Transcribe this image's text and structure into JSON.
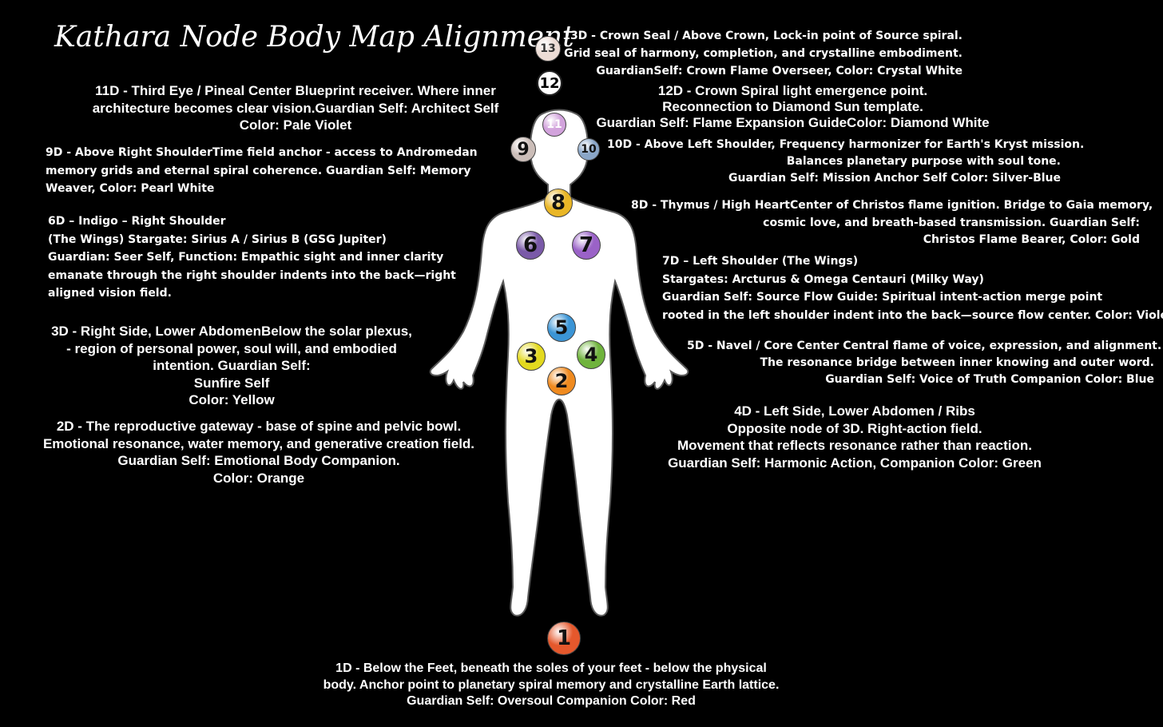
{
  "title": "Kathara Node Body Map Alignment",
  "colors": {
    "background": "#000000",
    "body": "#ffffff",
    "text": "#ffffff"
  },
  "nodes": [
    {
      "number": "1",
      "color": "#e5582c"
    },
    {
      "number": "2",
      "color": "#ef8a1f"
    },
    {
      "number": "3",
      "color": "#e3d91f"
    },
    {
      "number": "4",
      "color": "#6fb33c"
    },
    {
      "number": "5",
      "color": "#3b95d6"
    },
    {
      "number": "6",
      "color": "#7a5aa8"
    },
    {
      "number": "7",
      "color": "#9a62c7"
    },
    {
      "number": "8",
      "color": "#e9b626"
    },
    {
      "number": "9",
      "color": "#cbbdb8"
    },
    {
      "number": "10",
      "color": "#8aa6c8"
    },
    {
      "number": "11",
      "color": "#d2a3dc"
    },
    {
      "number": "12",
      "color": "#ffffff"
    },
    {
      "number": "13",
      "color": "#ecdcd5"
    }
  ],
  "descriptions": {
    "d13": [
      "13D - Crown Seal / Above Crown, Lock-in point of Source spiral.",
      "Grid seal of harmony, completion, and crystalline embodiment.",
      "GuardianSelf: Crown Flame Overseer, Color: Crystal White"
    ],
    "d12": [
      "12D - Crown Spiral light emergence point.",
      "Reconnection to Diamond Sun template.",
      "Guardian Self: Flame Expansion GuideColor: Diamond White"
    ],
    "d11": [
      "11D - Third Eye / Pineal Center Blueprint receiver. Where inner",
      "architecture becomes clear vision.Guardian Self: Architect Self",
      "Color: Pale Violet"
    ],
    "d10": [
      "10D - Above Left Shoulder, Frequency harmonizer for Earth's Kryst mission.",
      "Balances planetary purpose with soul tone.",
      "Guardian Self: Mission Anchor Self  Color: Silver-Blue"
    ],
    "d9": [
      "9D - Above Right ShoulderTime field anchor - access to Andromedan",
      "memory grids and eternal spiral coherence. Guardian Self: Memory",
      "Weaver, Color: Pearl White"
    ],
    "d8": [
      "8D - Thymus / High HeartCenter of Christos flame ignition. Bridge to Gaia memory,",
      "cosmic love, and breath-based transmission. Guardian Self:",
      "Christos Flame Bearer, Color: Gold"
    ],
    "d7": [
      "7D – Left Shoulder (The Wings)",
      "Stargates: Arcturus & Omega Centauri (Milky Way)",
      "Guardian Self: Source Flow Guide: Spiritual intent-action merge point",
      "rooted in the left shoulder indent into the back—source flow center. Color: Violet"
    ],
    "d6": [
      "6D – Indigo – Right Shoulder",
      "(The Wings) Stargate: Sirius A / Sirius B (GSG Jupiter)",
      "Guardian: Seer Self, Function: Empathic sight and inner clarity",
      "emanate through the right shoulder indents into the back—right",
      "aligned vision field."
    ],
    "d5": [
      "5D - Navel / Core Center Central flame of voice, expression, and alignment.",
      "The resonance bridge between inner knowing and outer word.",
      "Guardian Self: Voice of Truth Companion Color: Blue"
    ],
    "d4": [
      "4D -  Left Side, Lower Abdomen / Ribs",
      "Opposite node of 3D. Right-action field.",
      "Movement that reflects resonance rather than reaction.",
      "Guardian Self: Harmonic Action, Companion Color: Green"
    ],
    "d3": [
      "3D - Right Side, Lower AbdomenBelow the solar plexus,",
      "- region of personal power, soul will, and embodied",
      "intention. Guardian Self:",
      "Sunfire Self",
      "Color: Yellow"
    ],
    "d2": [
      "2D - The reproductive gateway - base of spine and pelvic bowl.",
      "Emotional resonance, water memory, and generative creation field.",
      "Guardian Self: Emotional Body Companion.",
      "Color: Orange"
    ],
    "d1": [
      "1D - Below the Feet, beneath the soles of your feet - below the physical",
      "body. Anchor point to planetary spiral memory and crystalline Earth lattice.",
      "Guardian Self: Oversoul Companion Color: Red"
    ]
  }
}
